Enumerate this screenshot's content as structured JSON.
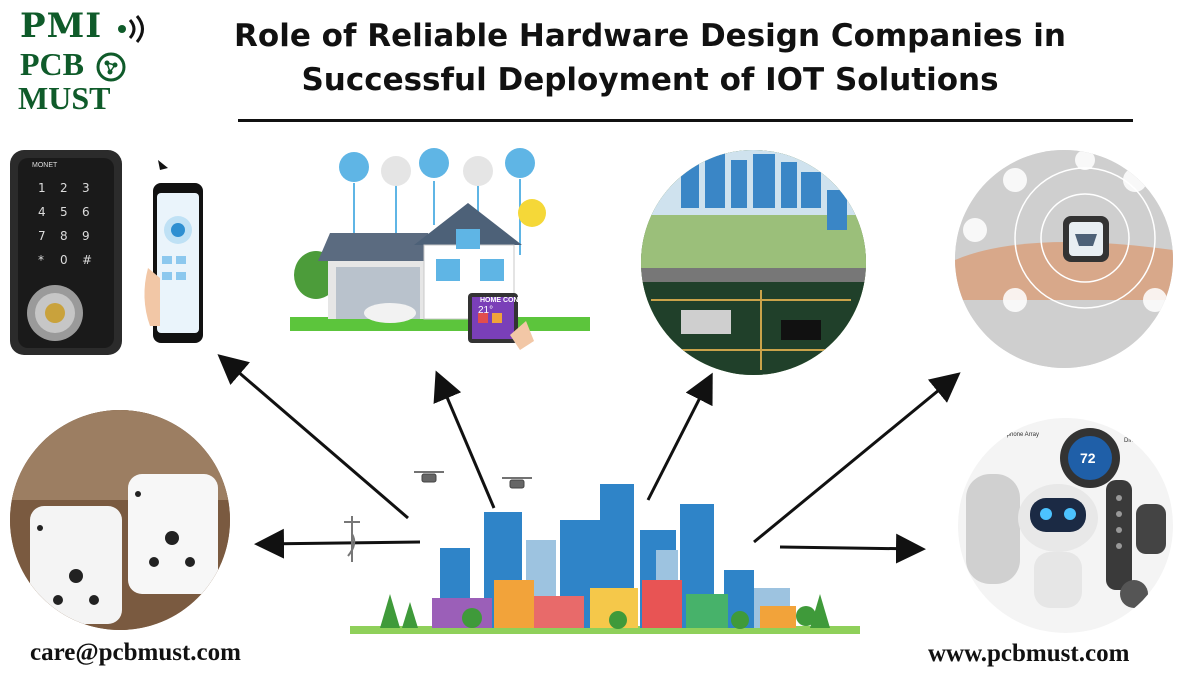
{
  "logo": {
    "line1": "PMI",
    "line2": "PCB",
    "line3": "MUST"
  },
  "title": {
    "line1": "Role of Reliable Hardware Design Companies in",
    "line2": "Successful Deployment of IOT Solutions"
  },
  "smart_home": {
    "tablet_label": "HOME CONTROL",
    "temperature": "21°"
  },
  "thermostat": {
    "reading": "72"
  },
  "device_labels": {
    "microphone": "Microphone Array",
    "direct": "Direct"
  },
  "lock_brand": "MONET",
  "footer": {
    "email": "care@pcbmust.com",
    "website": "www.pcbmust.com"
  },
  "colors": {
    "logo_green": "#0f5b2a",
    "title": "#111111",
    "house_blue": "#3d9bd8"
  }
}
